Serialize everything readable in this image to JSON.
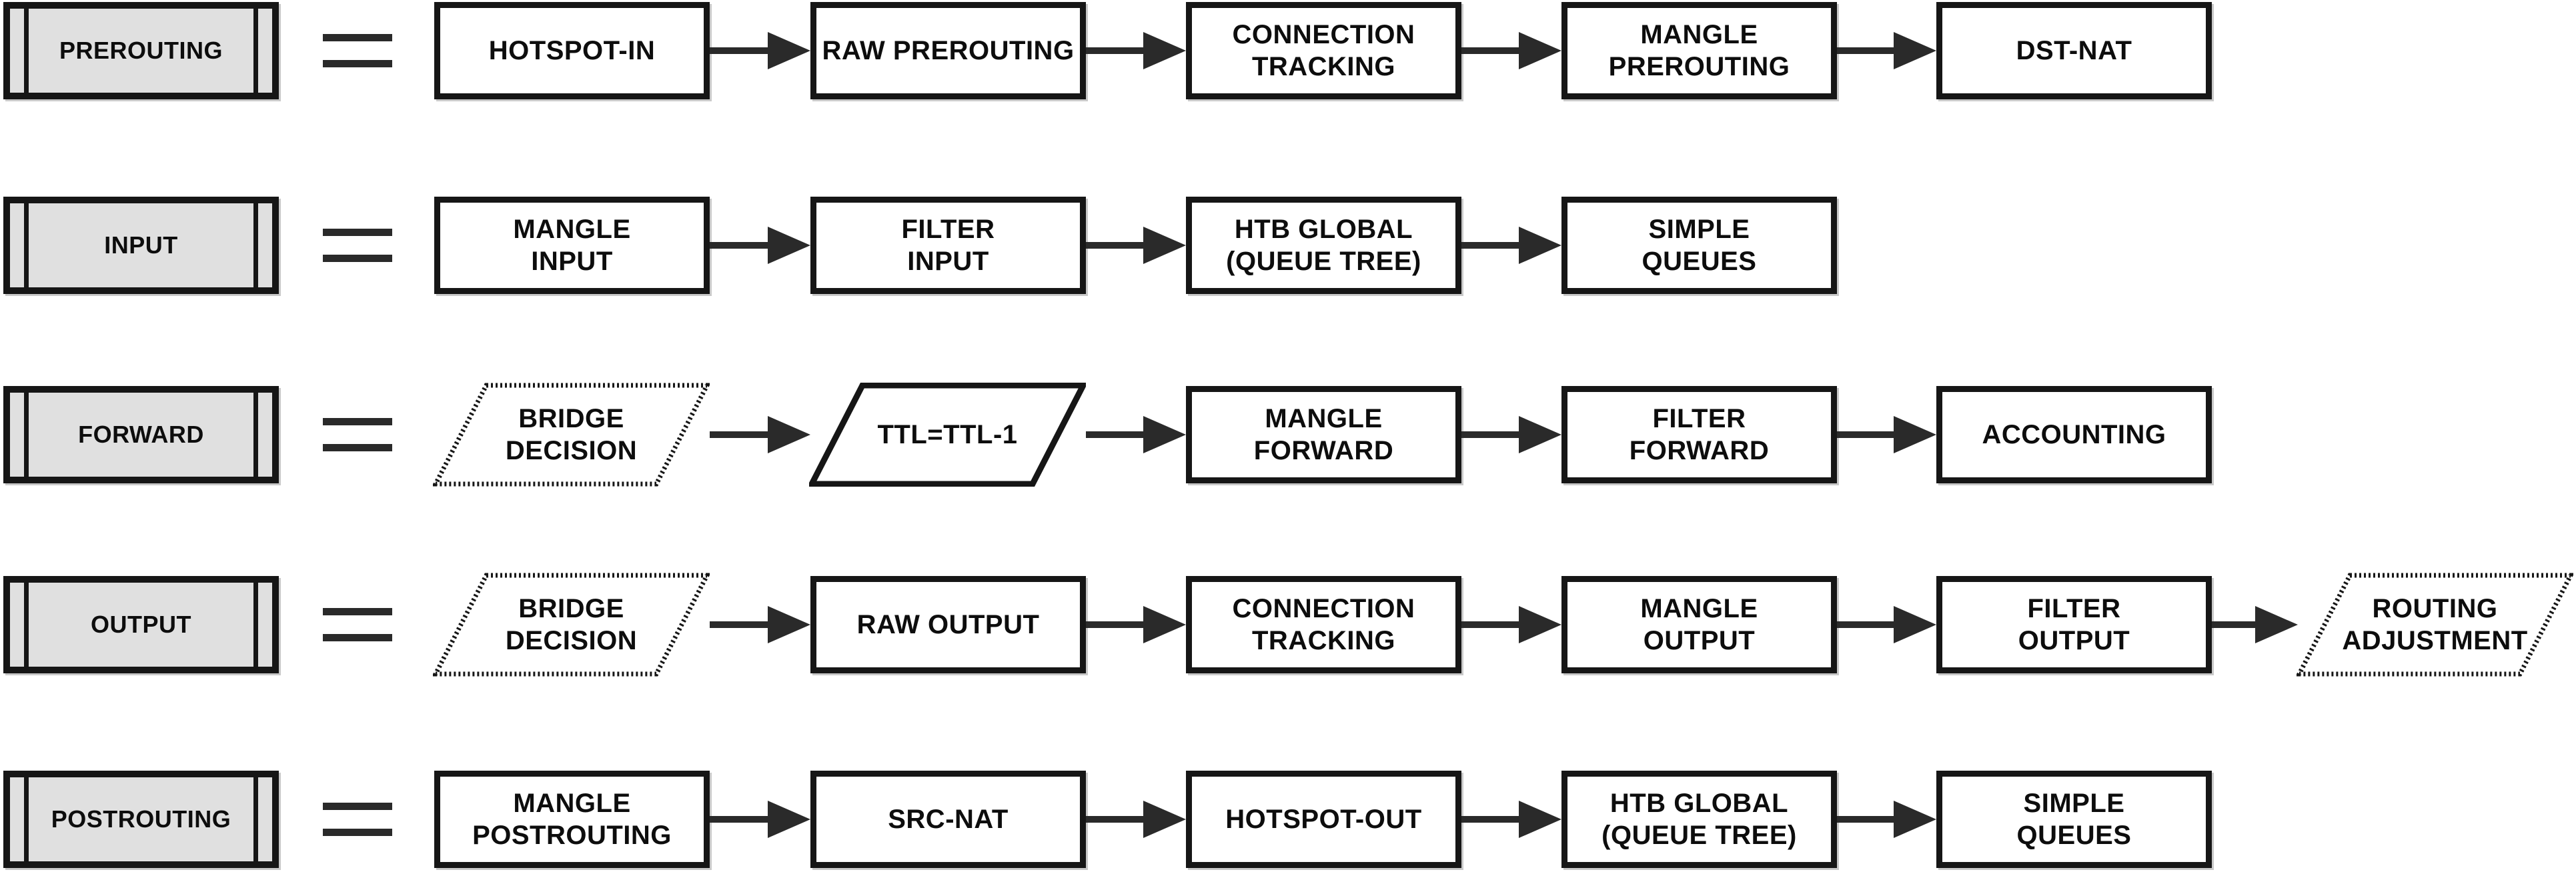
{
  "diagram": {
    "background": "#ffffff",
    "operator": "=",
    "colors": {
      "box_fill": "#ffffff",
      "box_border": "#161616",
      "label_fill": "#e0e0e0",
      "arrow": "#2a2a2a",
      "text": "#0d0d0d"
    },
    "rows": [
      {
        "chain": "PREROUTING",
        "steps": [
          {
            "shape": "rect",
            "lines": [
              "HOTSPOT-IN"
            ]
          },
          {
            "shape": "rect",
            "lines": [
              "RAW PREROUTING"
            ]
          },
          {
            "shape": "rect",
            "lines": [
              "CONNECTION",
              "TRACKING"
            ]
          },
          {
            "shape": "rect",
            "lines": [
              "MANGLE",
              "PREROUTING"
            ]
          },
          {
            "shape": "rect",
            "lines": [
              "DST-NAT"
            ]
          }
        ]
      },
      {
        "chain": "INPUT",
        "steps": [
          {
            "shape": "rect",
            "lines": [
              "MANGLE",
              "INPUT"
            ]
          },
          {
            "shape": "rect",
            "lines": [
              "FILTER",
              "INPUT"
            ]
          },
          {
            "shape": "rect",
            "lines": [
              "HTB GLOBAL",
              "(QUEUE TREE)"
            ]
          },
          {
            "shape": "rect",
            "lines": [
              "SIMPLE",
              "QUEUES"
            ]
          }
        ]
      },
      {
        "chain": "FORWARD",
        "steps": [
          {
            "shape": "parallelogram-dashed",
            "lines": [
              "BRIDGE",
              "DECISION"
            ]
          },
          {
            "shape": "parallelogram",
            "lines": [
              "TTL=TTL-1"
            ]
          },
          {
            "shape": "rect",
            "lines": [
              "MANGLE",
              "FORWARD"
            ]
          },
          {
            "shape": "rect",
            "lines": [
              "FILTER",
              "FORWARD"
            ]
          },
          {
            "shape": "rect",
            "lines": [
              "ACCOUNTING"
            ]
          }
        ]
      },
      {
        "chain": "OUTPUT",
        "steps": [
          {
            "shape": "parallelogram-dashed",
            "lines": [
              "BRIDGE",
              "DECISION"
            ]
          },
          {
            "shape": "rect",
            "lines": [
              "RAW OUTPUT"
            ]
          },
          {
            "shape": "rect",
            "lines": [
              "CONNECTION",
              "TRACKING"
            ]
          },
          {
            "shape": "rect",
            "lines": [
              "MANGLE",
              "OUTPUT"
            ]
          },
          {
            "shape": "rect",
            "lines": [
              "FILTER",
              "OUTPUT"
            ]
          },
          {
            "shape": "parallelogram-dashed",
            "lines": [
              "ROUTING",
              "ADJUSTMENT"
            ]
          }
        ]
      },
      {
        "chain": "POSTROUTING",
        "steps": [
          {
            "shape": "rect",
            "lines": [
              "MANGLE",
              "POSTROUTING"
            ]
          },
          {
            "shape": "rect",
            "lines": [
              "SRC-NAT"
            ]
          },
          {
            "shape": "rect",
            "lines": [
              "HOTSPOT-OUT"
            ]
          },
          {
            "shape": "rect",
            "lines": [
              "HTB GLOBAL",
              "(QUEUE TREE)"
            ]
          },
          {
            "shape": "rect",
            "lines": [
              "SIMPLE",
              "QUEUES"
            ]
          }
        ]
      }
    ]
  }
}
